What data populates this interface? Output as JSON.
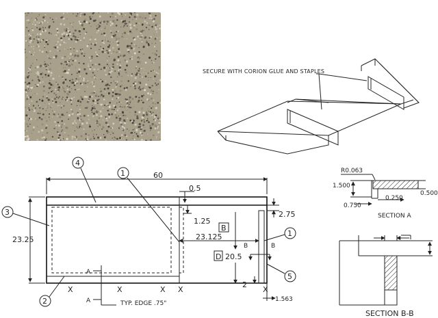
{
  "swatch": {
    "name": "granite-sample",
    "base_color": "#a9a08b",
    "speck_dark": "#3f3b36",
    "speck_light": "#dcd6c8"
  },
  "isometric": {
    "note": "SECURE WITH CORION GLUE AND STAPLES"
  },
  "plan": {
    "dim_overall": "60",
    "dim_0_5": "0.5",
    "dim_2_75": "2.75",
    "dim_1_25": "1.25",
    "dim_23_125": "23.125",
    "dim_23_25": "23.25",
    "dim_20_5": "20.5",
    "dim_2": "2",
    "dim_1_563": "1.563",
    "edge_note": "TYP. EDGE .75\"",
    "callouts": [
      "4",
      "1",
      "3",
      "1",
      "2",
      "5"
    ],
    "boxed_b": "B",
    "boxed_d": "D",
    "mark_a_top": "A",
    "mark_a_bottom": "A",
    "mark_b_top": "B",
    "mark_b_bottom": "B",
    "x_marks": [
      "X",
      "X",
      "X",
      "X"
    ]
  },
  "section_a": {
    "title": "SECTION A",
    "r": "R0.063",
    "d_1500": "1.500",
    "d_0500": "0.500",
    "d_0250": "0.250",
    "d_0750": "0.750"
  },
  "section_bb": {
    "title": "SECTION B-B"
  }
}
